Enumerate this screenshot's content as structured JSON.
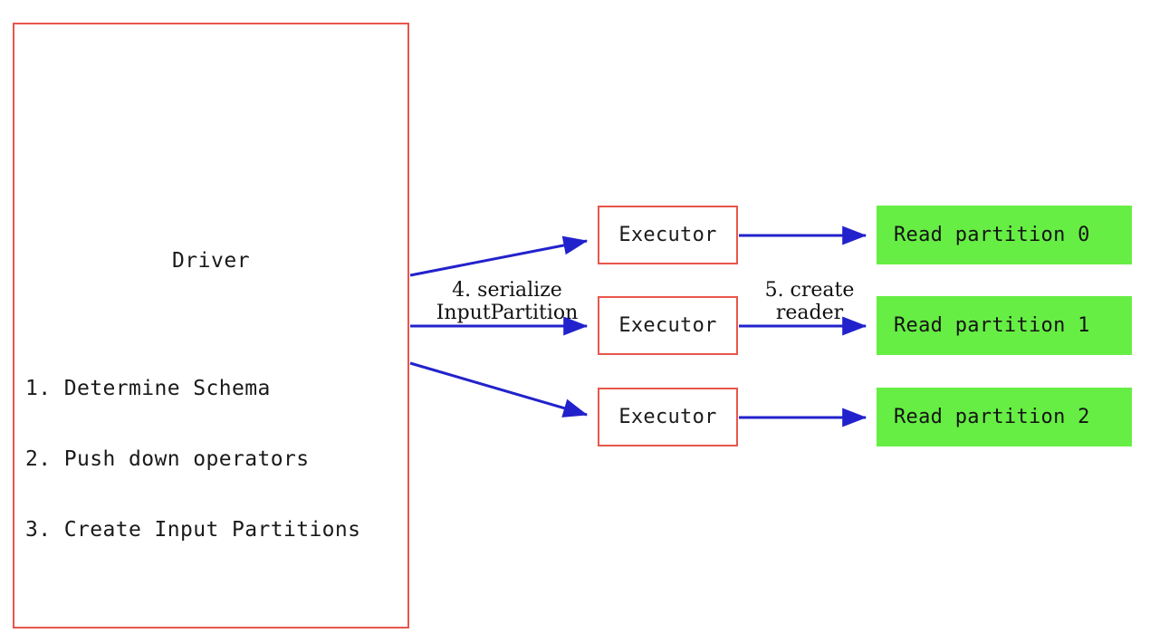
{
  "diagram": {
    "title_semantic": "spark-data-source-v2-read-flow",
    "colors": {
      "box_border_red": "#e8564b",
      "arrow_blue": "#2222cc",
      "partition_green": "#66ee44",
      "text_black": "#1a1a1a",
      "background": "#ffffff"
    },
    "driver": {
      "title": "Driver",
      "steps": [
        "1. Determine Schema",
        "2. Push down operators",
        "3. Create Input Partitions"
      ]
    },
    "executors": [
      {
        "label": "Executor"
      },
      {
        "label": "Executor"
      },
      {
        "label": "Executor"
      }
    ],
    "partitions": [
      {
        "label": "Read partition 0"
      },
      {
        "label": "Read partition 1"
      },
      {
        "label": "Read partition 2"
      }
    ],
    "arrow_labels": {
      "serialize": {
        "line1": "4. serialize",
        "line2": "InputPartition"
      },
      "create_reader": {
        "line1": "5. create",
        "line2": "reader"
      }
    }
  }
}
